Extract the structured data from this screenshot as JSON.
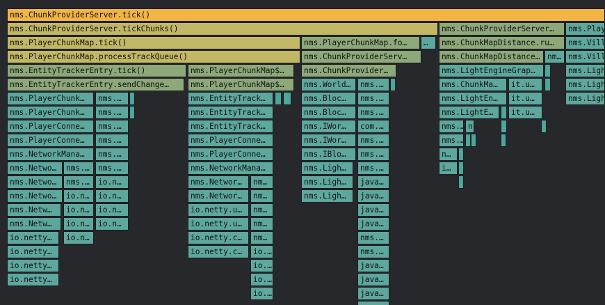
{
  "colors": {
    "background": "#26282c",
    "root": "#f2b543",
    "wide": "#c2b765",
    "mid": "#8da879",
    "narrow": "#5ea79d",
    "thin": "#4ca69c",
    "label": "#101010"
  },
  "flamegraph": {
    "frames": [
      {
        "label": "nms.ChunkProviderServer.tick()",
        "depth": 0,
        "start": 10,
        "end": 870,
        "color": "root"
      },
      {
        "label": "nms.ChunkProviderServer.tickChunks()",
        "depth": 1,
        "start": 10,
        "end": 630,
        "color": "wide"
      },
      {
        "label": "nms.ChunkProviderServer…",
        "depth": 1,
        "start": 631,
        "end": 812,
        "color": "mid"
      },
      {
        "label": "nms.Play…",
        "depth": 1,
        "start": 813,
        "end": 870,
        "color": "narrow"
      },
      {
        "label": "nms.PlayerChunkMap.tick()",
        "depth": 2,
        "start": 10,
        "end": 432,
        "color": "wide"
      },
      {
        "label": "nms.PlayerChunkMap.fo…",
        "depth": 2,
        "start": 433,
        "end": 604,
        "color": "mid"
      },
      {
        "label": "…",
        "depth": 2,
        "start": 605,
        "end": 627,
        "color": "narrow"
      },
      {
        "label": "nms.ChunkMapDistance.ru…",
        "depth": 2,
        "start": 631,
        "end": 812,
        "color": "mid"
      },
      {
        "label": "nms.Vill…",
        "depth": 2,
        "start": 813,
        "end": 870,
        "color": "narrow"
      },
      {
        "label": "nms.PlayerChunkMap.processTrackQueue()",
        "depth": 3,
        "start": 10,
        "end": 432,
        "color": "wide"
      },
      {
        "label": "nms.ChunkProviderServ…",
        "depth": 3,
        "start": 433,
        "end": 606,
        "color": "mid"
      },
      {
        "label": "nms.ChunkMapDistance…",
        "depth": 3,
        "start": 631,
        "end": 782,
        "color": "mid"
      },
      {
        "label": "nm…",
        "depth": 3,
        "start": 783,
        "end": 812,
        "color": "narrow"
      },
      {
        "label": "nms.Vill…",
        "depth": 3,
        "start": 813,
        "end": 870,
        "color": "narrow"
      },
      {
        "label": "nms.EntityTrackerEntry.tick()",
        "depth": 4,
        "start": 10,
        "end": 268,
        "color": "mid"
      },
      {
        "label": "nms.PlayerChunkMap$…",
        "depth": 4,
        "start": 270,
        "end": 423,
        "color": "mid"
      },
      {
        "label": "nms.ChunkProvider…",
        "depth": 4,
        "start": 433,
        "end": 570,
        "color": "mid"
      },
      {
        "label": "nms.LightEngineGrap…",
        "depth": 4,
        "start": 631,
        "end": 782,
        "color": "narrow"
      },
      {
        "label": "",
        "depth": 4,
        "start": 783,
        "end": 792,
        "color": "thin"
      },
      {
        "label": "nms.Ligh…",
        "depth": 4,
        "start": 813,
        "end": 870,
        "color": "narrow"
      },
      {
        "label": "nms.EntityTrackerEntry.sendChange…",
        "depth": 5,
        "start": 10,
        "end": 265,
        "color": "mid"
      },
      {
        "label": "nms.PlayerChunkMap$…",
        "depth": 5,
        "start": 270,
        "end": 423,
        "color": "mid"
      },
      {
        "label": "nms.World…",
        "depth": 5,
        "start": 433,
        "end": 512,
        "color": "narrow"
      },
      {
        "label": "nms.…",
        "depth": 5,
        "start": 514,
        "end": 560,
        "color": "narrow"
      },
      {
        "label": "",
        "depth": 5,
        "start": 561,
        "end": 568,
        "color": "thin"
      },
      {
        "label": "nms.ChunkMa…",
        "depth": 5,
        "start": 631,
        "end": 729,
        "color": "narrow"
      },
      {
        "label": "it.u…",
        "depth": 5,
        "start": 731,
        "end": 780,
        "color": "narrow"
      },
      {
        "label": "",
        "depth": 5,
        "start": 783,
        "end": 792,
        "color": "thin"
      },
      {
        "label": "nms.Ligh…",
        "depth": 5,
        "start": 813,
        "end": 870,
        "color": "narrow"
      },
      {
        "label": "nms.PlayerChunk…",
        "depth": 6,
        "start": 10,
        "end": 135,
        "color": "narrow"
      },
      {
        "label": "nms.…",
        "depth": 6,
        "start": 137,
        "end": 185,
        "color": "narrow"
      },
      {
        "label": "",
        "depth": 6,
        "start": 186,
        "end": 190,
        "color": "thin"
      },
      {
        "label": "nms.EntityTrack…",
        "depth": 6,
        "start": 270,
        "end": 393,
        "color": "narrow"
      },
      {
        "label": "",
        "depth": 6,
        "start": 395,
        "end": 405,
        "color": "thin"
      },
      {
        "label": "",
        "depth": 6,
        "start": 407,
        "end": 419,
        "color": "thin"
      },
      {
        "label": "nms.Bloc…",
        "depth": 6,
        "start": 433,
        "end": 512,
        "color": "narrow"
      },
      {
        "label": "nms.…",
        "depth": 6,
        "start": 514,
        "end": 560,
        "color": "narrow"
      },
      {
        "label": "nms.LightEn…",
        "depth": 6,
        "start": 631,
        "end": 729,
        "color": "narrow"
      },
      {
        "label": "it.u…",
        "depth": 6,
        "start": 731,
        "end": 780,
        "color": "narrow"
      },
      {
        "label": "nms.Ligh…",
        "depth": 6,
        "start": 813,
        "end": 870,
        "color": "narrow"
      },
      {
        "label": "nms.PlayerChunk…",
        "depth": 7,
        "start": 10,
        "end": 135,
        "color": "narrow"
      },
      {
        "label": "nms.…",
        "depth": 7,
        "start": 137,
        "end": 185,
        "color": "narrow"
      },
      {
        "label": "",
        "depth": 7,
        "start": 186,
        "end": 190,
        "color": "thin"
      },
      {
        "label": "nms.EntityTrack…",
        "depth": 7,
        "start": 270,
        "end": 393,
        "color": "narrow"
      },
      {
        "label": "nms.Bloc…",
        "depth": 7,
        "start": 433,
        "end": 512,
        "color": "narrow"
      },
      {
        "label": "nms.…",
        "depth": 7,
        "start": 514,
        "end": 560,
        "color": "narrow"
      },
      {
        "label": "nms.LightE…",
        "depth": 7,
        "start": 631,
        "end": 718,
        "color": "narrow"
      },
      {
        "label": "",
        "depth": 7,
        "start": 720,
        "end": 729,
        "color": "thin"
      },
      {
        "label": "it.u…",
        "depth": 7,
        "start": 731,
        "end": 780,
        "color": "narrow"
      },
      {
        "label": "nms.PlayerConne…",
        "depth": 8,
        "start": 10,
        "end": 135,
        "color": "narrow"
      },
      {
        "label": "nms.…",
        "depth": 8,
        "start": 137,
        "end": 185,
        "color": "narrow"
      },
      {
        "label": "nms.EntityTrack…",
        "depth": 8,
        "start": 270,
        "end": 393,
        "color": "narrow"
      },
      {
        "label": "nms.IWor…",
        "depth": 8,
        "start": 433,
        "end": 512,
        "color": "narrow"
      },
      {
        "label": "com.…",
        "depth": 8,
        "start": 514,
        "end": 560,
        "color": "narrow"
      },
      {
        "label": "nms.…",
        "depth": 8,
        "start": 631,
        "end": 667,
        "color": "narrow"
      },
      {
        "label": "n",
        "depth": 8,
        "start": 669,
        "end": 682,
        "color": "narrow"
      },
      {
        "label": "",
        "depth": 8,
        "start": 720,
        "end": 729,
        "color": "thin"
      },
      {
        "label": "",
        "depth": 8,
        "start": 778,
        "end": 782,
        "color": "thin"
      },
      {
        "label": "nms.PlayerConne…",
        "depth": 9,
        "start": 10,
        "end": 135,
        "color": "narrow"
      },
      {
        "label": "nms.…",
        "depth": 9,
        "start": 137,
        "end": 185,
        "color": "narrow"
      },
      {
        "label": "nms.PlayerConne…",
        "depth": 9,
        "start": 270,
        "end": 393,
        "color": "narrow"
      },
      {
        "label": "nms.IWor…",
        "depth": 9,
        "start": 433,
        "end": 512,
        "color": "narrow"
      },
      {
        "label": "nms.…",
        "depth": 9,
        "start": 514,
        "end": 560,
        "color": "narrow"
      },
      {
        "label": "nms.…",
        "depth": 9,
        "start": 631,
        "end": 667,
        "color": "narrow"
      },
      {
        "label": "",
        "depth": 9,
        "start": 669,
        "end": 676,
        "color": "thin"
      },
      {
        "label": "",
        "depth": 9,
        "start": 677,
        "end": 682,
        "color": "thin"
      },
      {
        "label": "",
        "depth": 9,
        "start": 720,
        "end": 726,
        "color": "thin"
      },
      {
        "label": "nms.NetworkMana…",
        "depth": 10,
        "start": 10,
        "end": 135,
        "color": "narrow"
      },
      {
        "label": "nms.…",
        "depth": 10,
        "start": 137,
        "end": 185,
        "color": "narrow"
      },
      {
        "label": "nms.PlayerConne…",
        "depth": 10,
        "start": 270,
        "end": 393,
        "color": "narrow"
      },
      {
        "label": "nms.IBlo…",
        "depth": 10,
        "start": 433,
        "end": 512,
        "color": "narrow"
      },
      {
        "label": "nms.…",
        "depth": 10,
        "start": 514,
        "end": 560,
        "color": "narrow"
      },
      {
        "label": "n…",
        "depth": 10,
        "start": 631,
        "end": 658,
        "color": "narrow"
      },
      {
        "label": "",
        "depth": 10,
        "start": 659,
        "end": 667,
        "color": "thin"
      },
      {
        "label": "nms.Netwo…",
        "depth": 11,
        "start": 10,
        "end": 90,
        "color": "narrow"
      },
      {
        "label": "nms.…",
        "depth": 11,
        "start": 91,
        "end": 135,
        "color": "narrow"
      },
      {
        "label": "nms.…",
        "depth": 11,
        "start": 137,
        "end": 185,
        "color": "narrow"
      },
      {
        "label": "nms.NetworkMana…",
        "depth": 11,
        "start": 270,
        "end": 393,
        "color": "narrow"
      },
      {
        "label": "nms.Ligh…",
        "depth": 11,
        "start": 433,
        "end": 508,
        "color": "narrow"
      },
      {
        "label": "nms.…",
        "depth": 11,
        "start": 514,
        "end": 560,
        "color": "narrow"
      },
      {
        "label": "i…",
        "depth": 11,
        "start": 631,
        "end": 658,
        "color": "narrow"
      },
      {
        "label": "",
        "depth": 11,
        "start": 659,
        "end": 667,
        "color": "thin"
      },
      {
        "label": "nms.Netwo…",
        "depth": 12,
        "start": 10,
        "end": 90,
        "color": "narrow"
      },
      {
        "label": "nms.…",
        "depth": 12,
        "start": 91,
        "end": 135,
        "color": "narrow"
      },
      {
        "label": "io.n…",
        "depth": 12,
        "start": 137,
        "end": 185,
        "color": "narrow"
      },
      {
        "label": "nms.Networ…",
        "depth": 12,
        "start": 270,
        "end": 358,
        "color": "narrow"
      },
      {
        "label": "nm…",
        "depth": 12,
        "start": 360,
        "end": 393,
        "color": "narrow"
      },
      {
        "label": "nms.Ligh…",
        "depth": 12,
        "start": 433,
        "end": 508,
        "color": "narrow"
      },
      {
        "label": "java…",
        "depth": 12,
        "start": 514,
        "end": 560,
        "color": "narrow"
      },
      {
        "label": "",
        "depth": 12,
        "start": 659,
        "end": 667,
        "color": "thin"
      },
      {
        "label": "nms.Netwo…",
        "depth": 13,
        "start": 10,
        "end": 90,
        "color": "narrow"
      },
      {
        "label": "io.n…",
        "depth": 13,
        "start": 91,
        "end": 135,
        "color": "narrow"
      },
      {
        "label": "io.n…",
        "depth": 13,
        "start": 137,
        "end": 185,
        "color": "narrow"
      },
      {
        "label": "nms.Networ…",
        "depth": 13,
        "start": 270,
        "end": 358,
        "color": "narrow"
      },
      {
        "label": "nm…",
        "depth": 13,
        "start": 360,
        "end": 393,
        "color": "narrow"
      },
      {
        "label": "nms.Ligh…",
        "depth": 13,
        "start": 433,
        "end": 508,
        "color": "narrow"
      },
      {
        "label": "java…",
        "depth": 13,
        "start": 514,
        "end": 560,
        "color": "narrow"
      },
      {
        "label": "nms.Netw…",
        "depth": 14,
        "start": 10,
        "end": 88,
        "color": "narrow"
      },
      {
        "label": "io.n…",
        "depth": 14,
        "start": 91,
        "end": 135,
        "color": "narrow"
      },
      {
        "label": "io.n…",
        "depth": 14,
        "start": 137,
        "end": 185,
        "color": "narrow"
      },
      {
        "label": "io.netty.u…",
        "depth": 14,
        "start": 270,
        "end": 358,
        "color": "narrow"
      },
      {
        "label": "nm…",
        "depth": 14,
        "start": 360,
        "end": 393,
        "color": "narrow"
      },
      {
        "label": "java…",
        "depth": 14,
        "start": 514,
        "end": 560,
        "color": "narrow"
      },
      {
        "label": "nms.Netw…",
        "depth": 15,
        "start": 10,
        "end": 88,
        "color": "narrow"
      },
      {
        "label": "io.n…",
        "depth": 15,
        "start": 91,
        "end": 135,
        "color": "narrow"
      },
      {
        "label": "io.n…",
        "depth": 15,
        "start": 137,
        "end": 185,
        "color": "narrow"
      },
      {
        "label": "io.netty.u…",
        "depth": 15,
        "start": 270,
        "end": 358,
        "color": "narrow"
      },
      {
        "label": "nm…",
        "depth": 15,
        "start": 360,
        "end": 393,
        "color": "narrow"
      },
      {
        "label": "java…",
        "depth": 15,
        "start": 514,
        "end": 560,
        "color": "narrow"
      },
      {
        "label": "io.netty…",
        "depth": 16,
        "start": 10,
        "end": 85,
        "color": "narrow"
      },
      {
        "label": "io.n…",
        "depth": 16,
        "start": 91,
        "end": 135,
        "color": "narrow"
      },
      {
        "label": "io.netty.c…",
        "depth": 16,
        "start": 270,
        "end": 358,
        "color": "narrow"
      },
      {
        "label": "nm…",
        "depth": 16,
        "start": 360,
        "end": 393,
        "color": "narrow"
      },
      {
        "label": "nms.…",
        "depth": 16,
        "start": 514,
        "end": 560,
        "color": "narrow"
      },
      {
        "label": "io.netty…",
        "depth": 17,
        "start": 10,
        "end": 85,
        "color": "narrow"
      },
      {
        "label": "io.netty.c…",
        "depth": 17,
        "start": 270,
        "end": 358,
        "color": "narrow"
      },
      {
        "label": "io.…",
        "depth": 17,
        "start": 360,
        "end": 393,
        "color": "narrow"
      },
      {
        "label": "nms.…",
        "depth": 17,
        "start": 514,
        "end": 560,
        "color": "narrow"
      },
      {
        "label": "io.netty…",
        "depth": 18,
        "start": 10,
        "end": 85,
        "color": "narrow"
      },
      {
        "label": "io.…",
        "depth": 18,
        "start": 360,
        "end": 393,
        "color": "narrow"
      },
      {
        "label": "java…",
        "depth": 18,
        "start": 514,
        "end": 560,
        "color": "narrow"
      },
      {
        "label": "io.netty…",
        "depth": 19,
        "start": 10,
        "end": 85,
        "color": "narrow"
      },
      {
        "label": "io.…",
        "depth": 19,
        "start": 360,
        "end": 393,
        "color": "narrow"
      },
      {
        "label": "java…",
        "depth": 19,
        "start": 514,
        "end": 560,
        "color": "narrow"
      },
      {
        "label": "io.…",
        "depth": 20,
        "start": 360,
        "end": 393,
        "color": "narrow"
      },
      {
        "label": "java…",
        "depth": 20,
        "start": 514,
        "end": 560,
        "color": "narrow"
      },
      {
        "label": "",
        "depth": 21,
        "start": 514,
        "end": 560,
        "color": "narrow"
      }
    ]
  }
}
